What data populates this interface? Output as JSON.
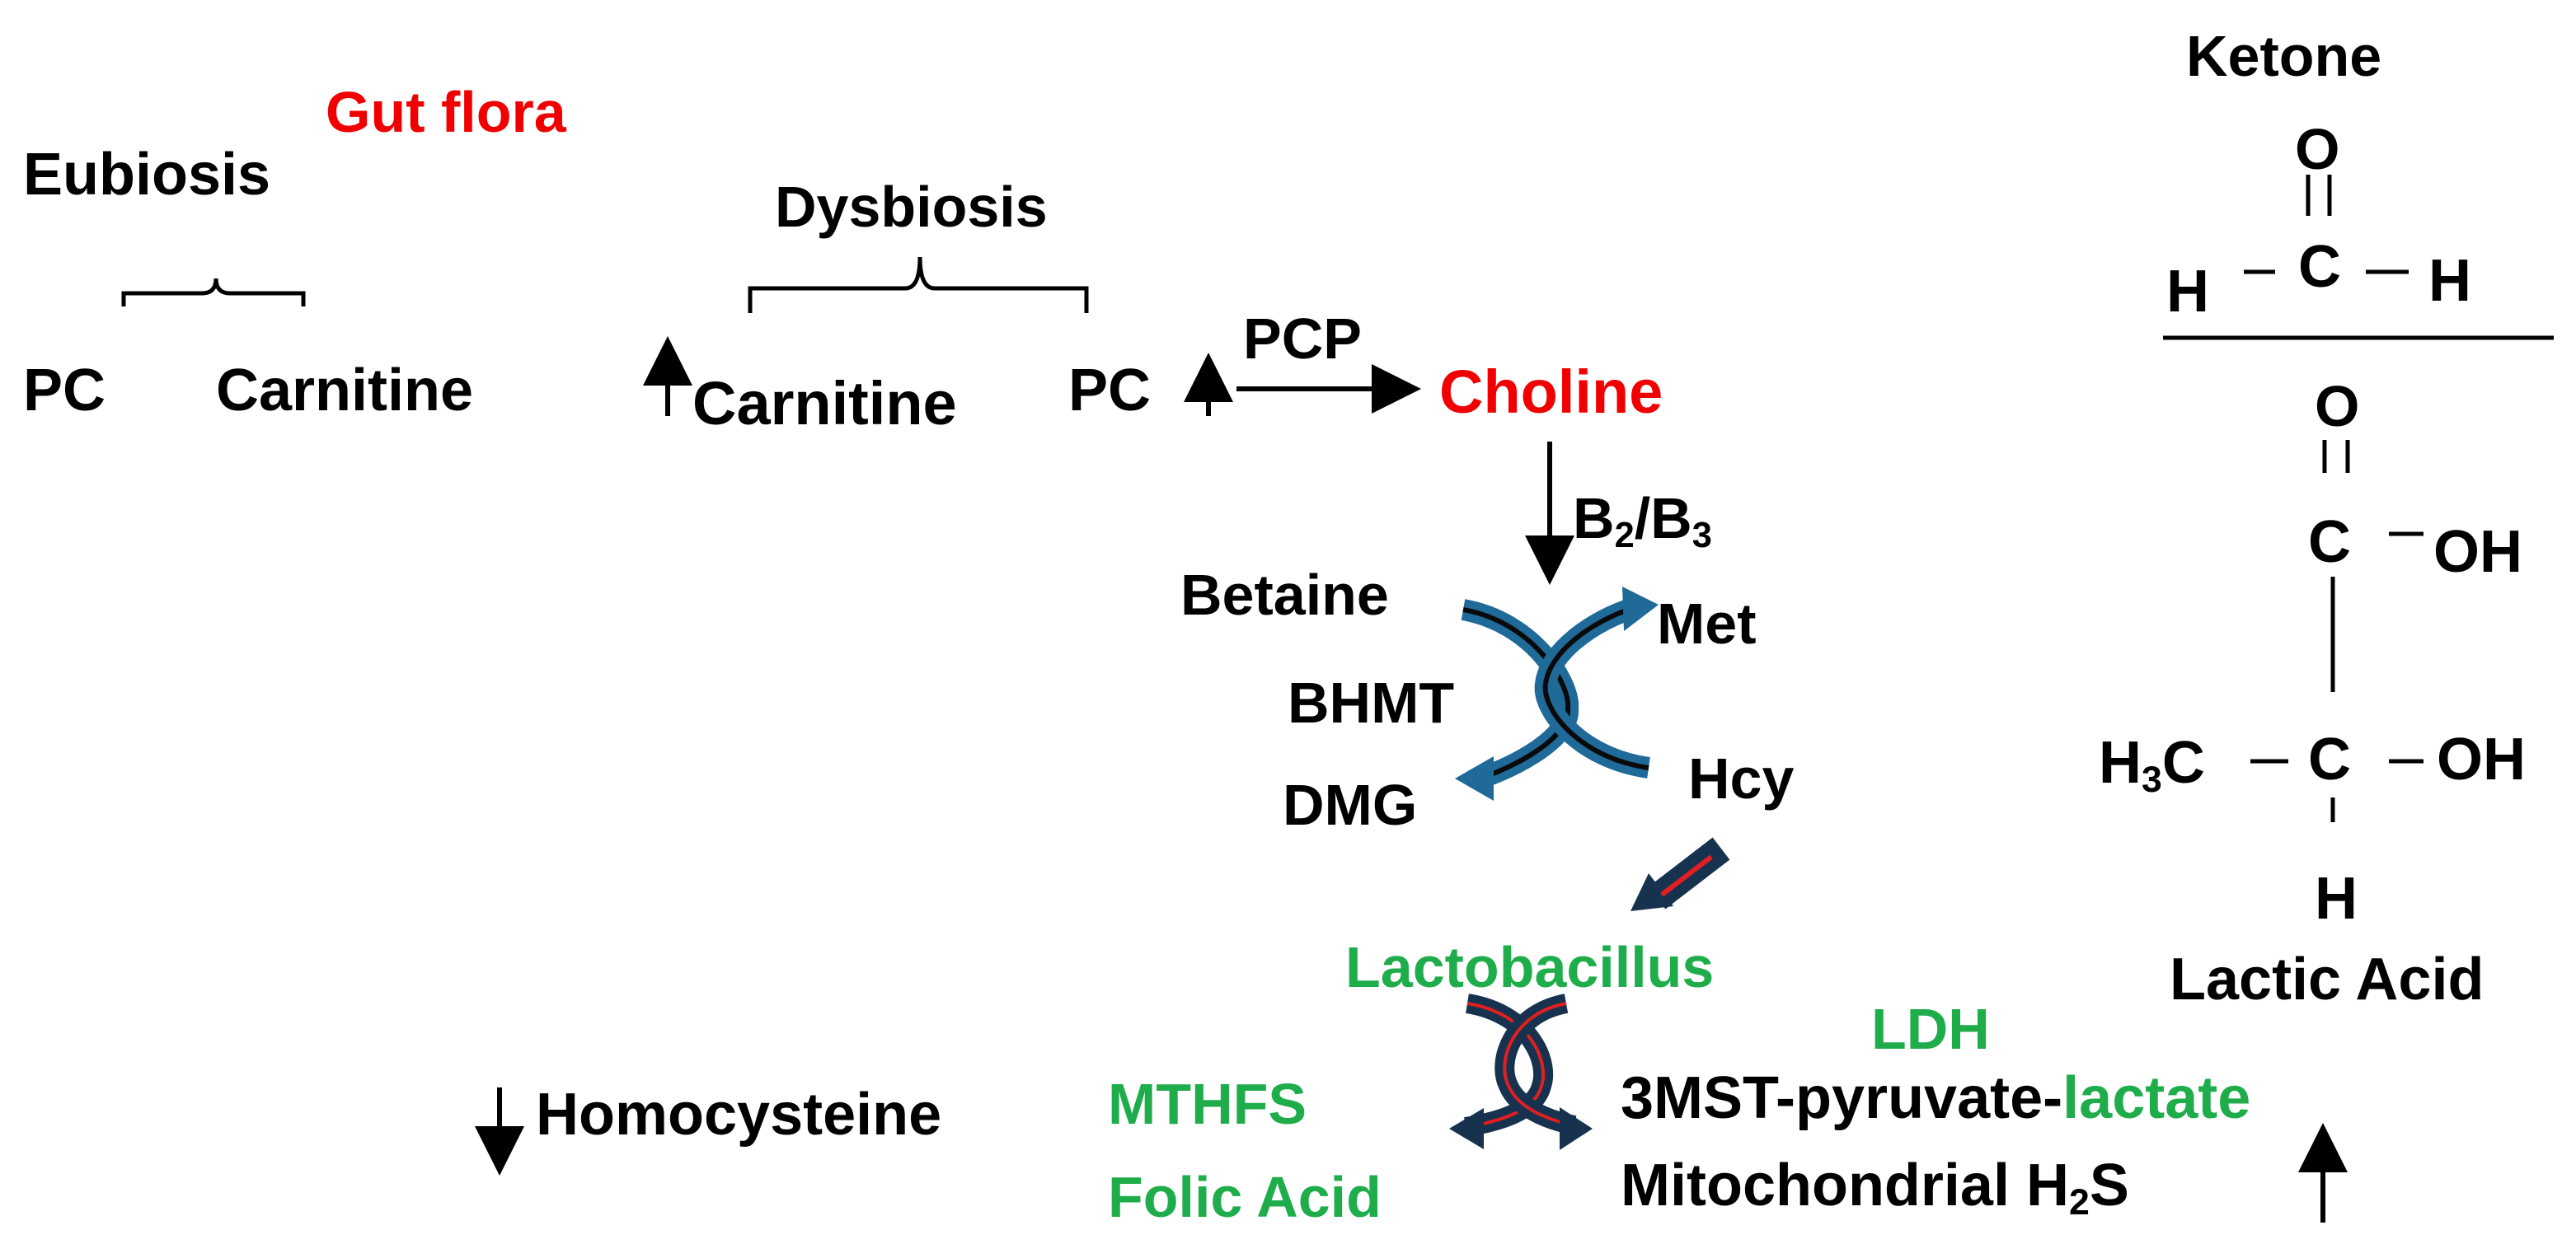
{
  "labels": {
    "gut_flora": "Gut flora",
    "eubiosis": "Eubiosis",
    "pc_left": "PC",
    "carnitine_left": "Carnitine",
    "dysbiosis": "Dysbiosis",
    "carnitine_mid": "Carnitine",
    "pc_mid": "PC",
    "pcp": "PCP",
    "choline": "Choline",
    "b_prefix": "B",
    "b2_sub": "2",
    "b_slash": "/B",
    "b3_sub": "3",
    "betaine": "Betaine",
    "met": "Met",
    "bhmt": "BHMT",
    "dmg": "DMG",
    "hcy": "Hcy",
    "lactobacillus": "Lactobacillus",
    "ldh": "LDH",
    "homocysteine": "Homocysteine",
    "mthfs": "MTHFS",
    "folic_acid": "Folic Acid",
    "pathway_prefix": "3MST-pyruvate-",
    "pathway_lactate": "lactate",
    "mito_prefix": "Mitochondrial H",
    "mito_sub": "2",
    "mito_suffix": "S"
  },
  "chem": {
    "ketone_title": "Ketone",
    "o_top": "O",
    "h_left": "H",
    "c_center": "C",
    "h_right": "H",
    "o_acid": "O",
    "c_acid": "C",
    "oh_acid": "OH",
    "h3c_prefix": "H",
    "h3c_sub": "3",
    "h3c_suffix": "C",
    "c_lower": "C",
    "oh_lower": "OH",
    "h_bottom": "H",
    "lactic_title": "Lactic Acid"
  },
  "colors": {
    "black": "#000000",
    "red": "#f00000",
    "green": "#1fad4b",
    "blue_arrow": "#1f6a99",
    "navy_arrow": "#17324f"
  }
}
